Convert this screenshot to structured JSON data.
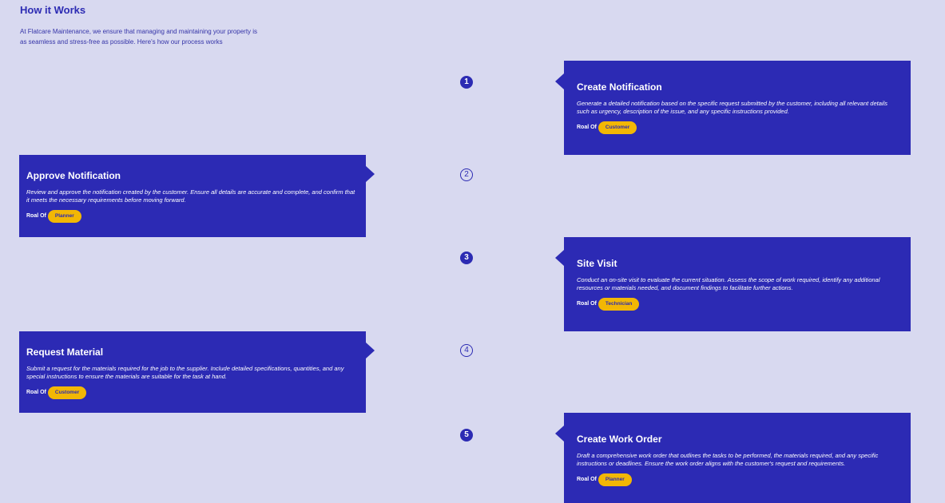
{
  "header": {
    "title": "How it Works",
    "description": "At Flatcare Maintenance, we ensure that managing and maintaining your property is as seamless and stress-free as possible. Here's how our process works"
  },
  "role_prefix": "Roal Of",
  "steps": [
    {
      "number": "1",
      "marker_style": "filled",
      "side": "right",
      "title": "Create Notification",
      "description": "Generate a detailed notification based on the specific request submitted by the customer, including all relevant details such as urgency, description of the issue, and any specific instructions provided.",
      "role": "Customer"
    },
    {
      "number": "2",
      "marker_style": "outline",
      "side": "left",
      "title": "Approve Notification",
      "description": "Review and approve the notification created by the customer. Ensure all details are accurate and complete, and confirm that it meets the necessary requirements before moving forward.",
      "role": "Planner"
    },
    {
      "number": "3",
      "marker_style": "filled",
      "side": "right",
      "title": "Site Visit",
      "description": "Conduct an on-site visit to evaluate the current situation. Assess the scope of work required, identify any additional resources or materials needed, and document findings to facilitate further actions.",
      "role": "Technician"
    },
    {
      "number": "4",
      "marker_style": "outline",
      "side": "left",
      "title": "Request Material",
      "description": "Submit a request for the materials required for the job to the supplier. Include detailed specifications, quantities, and any special instructions to ensure the materials are suitable for the task at hand.",
      "role": "Customer"
    },
    {
      "number": "5",
      "marker_style": "filled",
      "side": "right",
      "title": "Create Work Order",
      "description": "Draft a comprehensive work order that outlines the tasks to be performed, the materials required, and any specific instructions or deadlines. Ensure the work order aligns with the customer's request and requirements.",
      "role": "Planner"
    }
  ],
  "colors": {
    "background": "#d8d9f0",
    "card": "#2c2ab4",
    "accent": "#2c2bb3",
    "badge": "#f2b705"
  }
}
